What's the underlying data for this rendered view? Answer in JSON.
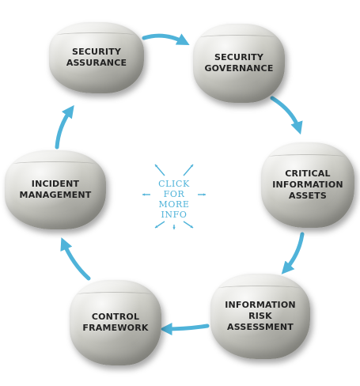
{
  "colors": {
    "accent": "#4fb3d9",
    "label": "#222222"
  },
  "diagram": {
    "stones": [
      {
        "id": "security-assurance",
        "lines": [
          "SECURITY",
          "ASSURANCE"
        ]
      },
      {
        "id": "security-governance",
        "lines": [
          "SECURITY",
          "GOVERNANCE"
        ]
      },
      {
        "id": "critical-information-assets",
        "lines": [
          "CRITICAL",
          "INFORMATION",
          "ASSETS"
        ]
      },
      {
        "id": "information-risk-assessment",
        "lines": [
          "INFORMATION",
          "RISK",
          "ASSESSMENT"
        ]
      },
      {
        "id": "control-framework",
        "lines": [
          "CONTROL",
          "FRAMEWORK"
        ]
      },
      {
        "id": "incident-management",
        "lines": [
          "INCIDENT",
          "MANAGEMENT"
        ]
      }
    ],
    "center": {
      "lines": [
        "CLICK",
        "FOR",
        "MORE",
        "INFO"
      ]
    }
  }
}
